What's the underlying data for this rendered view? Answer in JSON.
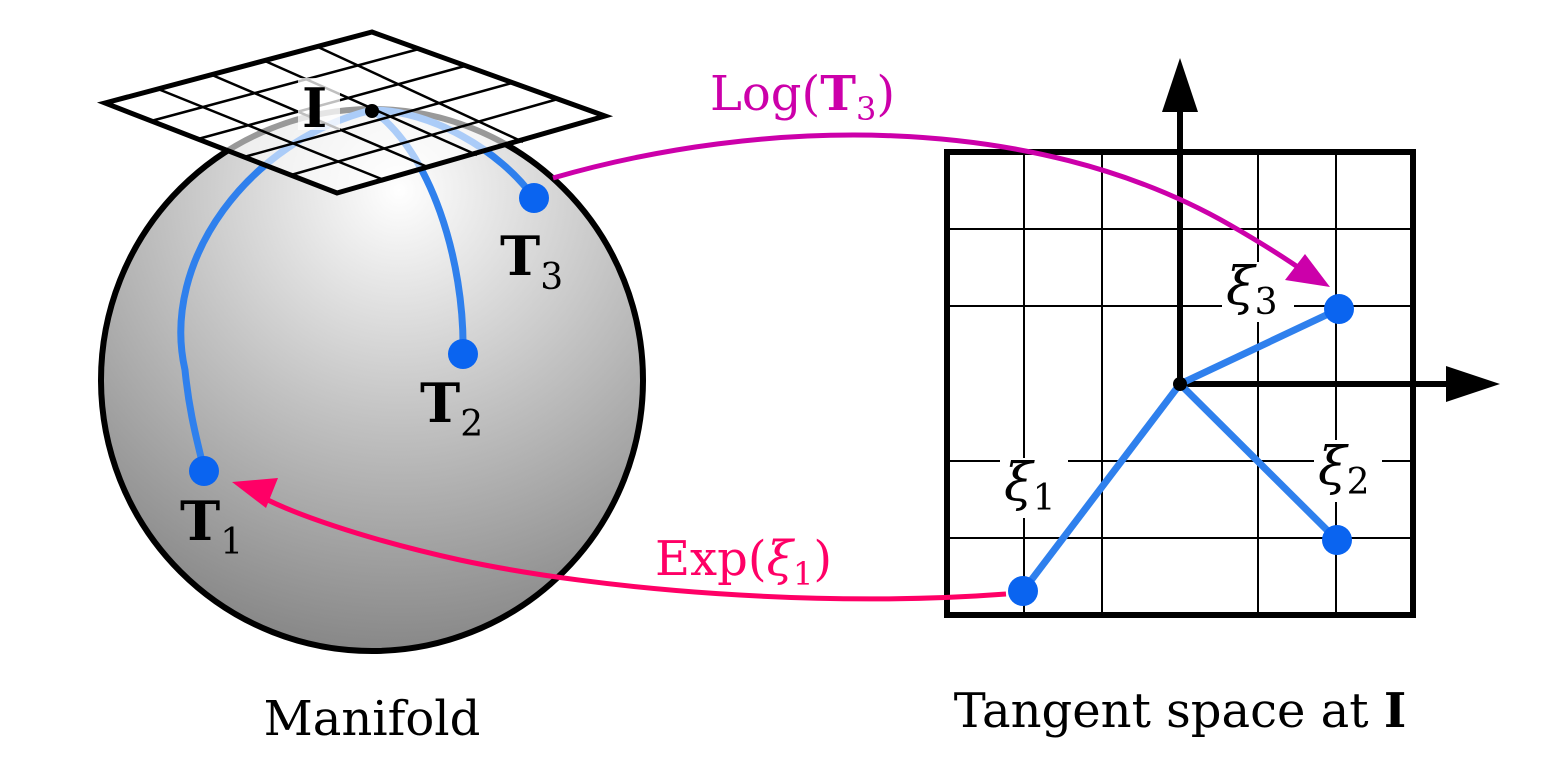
{
  "manifold": {
    "caption": "Manifold",
    "origin_symbol": "I",
    "points": [
      {
        "id": "t1",
        "symbol": "T",
        "subscript": "1"
      },
      {
        "id": "t2",
        "symbol": "T",
        "subscript": "2"
      },
      {
        "id": "t3",
        "symbol": "T",
        "subscript": "3"
      }
    ]
  },
  "tangent_space": {
    "caption_prefix": "Tangent space at ",
    "caption_symbol": "I",
    "vectors": [
      {
        "id": "xi1",
        "symbol": "ξ",
        "subscript": "1"
      },
      {
        "id": "xi2",
        "symbol": "ξ",
        "subscript": "2"
      },
      {
        "id": "xi3",
        "symbol": "ξ",
        "subscript": "3"
      }
    ]
  },
  "maps": {
    "log": {
      "name": "Log(",
      "symbol": "T",
      "subscript": "3",
      "close": ")",
      "color": "#cc00aa"
    },
    "exp": {
      "name": "Exp(",
      "symbol": "ξ",
      "subscript": "1",
      "close": ")",
      "color": "#ff0066"
    }
  },
  "colors": {
    "geodesic": "#2f80ed",
    "point": "#0a64f0",
    "outline": "#000000"
  }
}
